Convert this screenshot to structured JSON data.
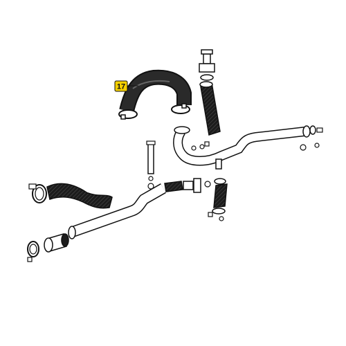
{
  "diagram": {
    "callouts": [
      {
        "label": "17",
        "highlight_color": "#f5d000",
        "target": "upper-radiator-hose"
      }
    ],
    "colors": {
      "line": "#111111",
      "hose_fill": "#1c1c1c",
      "pipe_fill": "#ffffff",
      "background": "#ffffff"
    },
    "parts": [
      {
        "name": "upper-radiator-hose",
        "callout": "17"
      },
      {
        "name": "vertical-hose-with-connector"
      },
      {
        "name": "main-coolant-pipe-upper"
      },
      {
        "name": "lower-radiator-hose"
      },
      {
        "name": "long-coolant-pipe-lower"
      },
      {
        "name": "short-branch-hose"
      },
      {
        "name": "small-bleed-pipe"
      },
      {
        "name": "hose-clamps"
      }
    ]
  }
}
